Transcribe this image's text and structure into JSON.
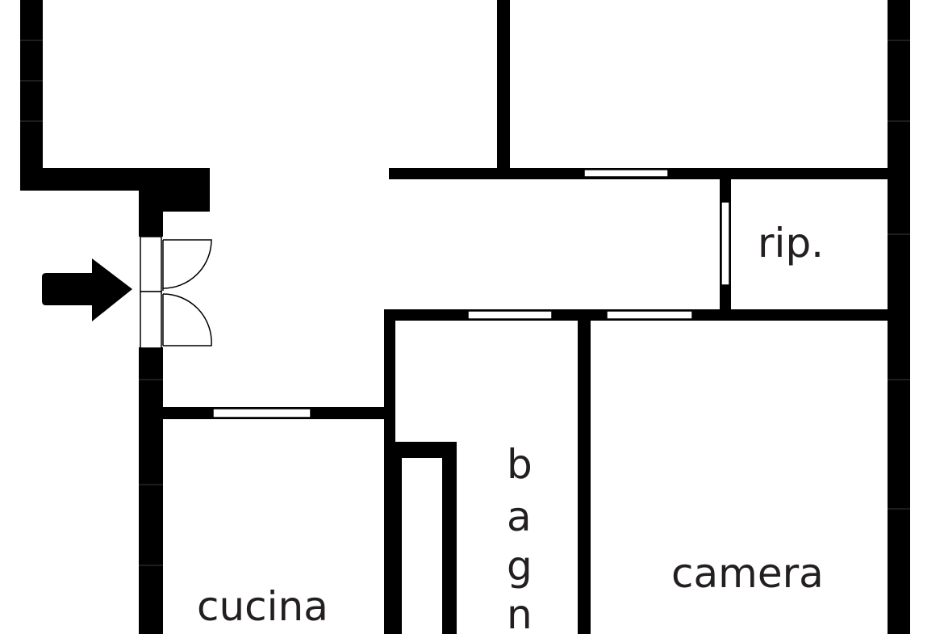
{
  "floorplan": {
    "rooms": {
      "rip": "rip.",
      "bagno": [
        "b",
        "a",
        "g",
        "n"
      ],
      "camera": "camera",
      "cucina": "cucina"
    },
    "entrance_marker": "entrance-arrow-icon"
  }
}
